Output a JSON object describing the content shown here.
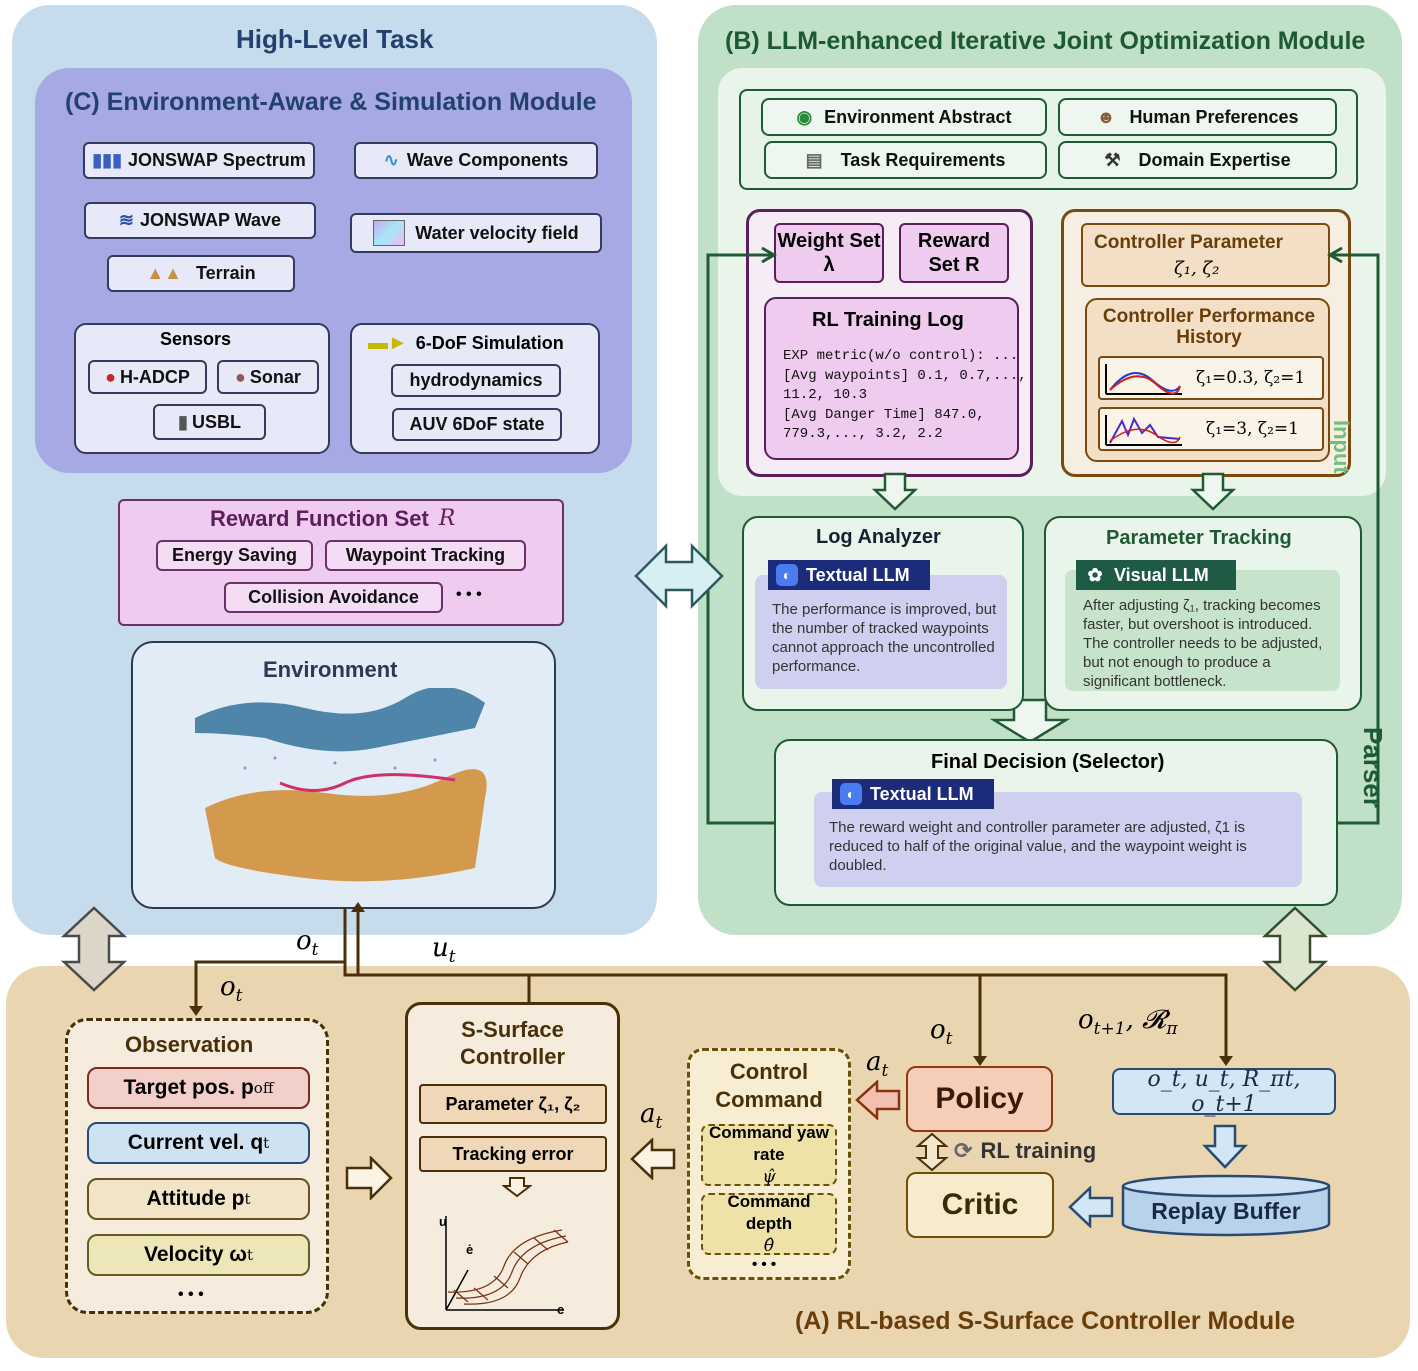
{
  "high": {
    "title": "High-Level Task"
  },
  "moduleB": {
    "title": "(B) LLM-enhanced Iterative Joint Optimization Module",
    "inputs": {
      "env": "Environment Abstract",
      "human": "Human Preferences",
      "task": "Task Requirements",
      "domain": "Domain Expertise"
    },
    "weight": "Weight Set λ",
    "reward": "Reward Set R",
    "rl_log": {
      "title": "RL Training Log",
      "lines": [
        "EXP metric(w/o control): ...",
        "[Avg waypoints] 0.1, 0.7,...,",
        "11.2, 10.3",
        "[Avg Danger Time] 847.0,",
        "779.3,..., 3.2, 2.2"
      ]
    },
    "controller_param": {
      "title": "Controller Parameter",
      "symbols": "ζ₁, ζ₂"
    },
    "perf_history": {
      "title": "Controller Performance History",
      "plot1": "ζ₁=0.3, ζ₂=1",
      "plot2": "ζ₁=3, ζ₂=1"
    },
    "input_label": "Input",
    "parser_label": "Parser",
    "log_analyzer": {
      "title": "Log Analyzer",
      "llm": "Textual LLM",
      "text": "The performance is improved, but the number of tracked waypoints cannot approach the uncontrolled performance."
    },
    "param_tracking": {
      "title": "Parameter Tracking",
      "llm": "Visual LLM",
      "text": "After adjusting ζ₁, tracking becomes faster, but overshoot is introduced. The controller needs to be adjusted, but not enough to produce a significant bottleneck."
    },
    "final": {
      "title": "Final Decision (Selector)",
      "llm": "Textual LLM",
      "text": "The reward weight and controller parameter are adjusted, ζ1 is reduced to half of the original value, and the waypoint weight is doubled."
    }
  },
  "moduleC": {
    "title": "(C) Environment-Aware & Simulation Module",
    "jonswap_spectrum": "JONSWAP Spectrum",
    "wave_components": "Wave Components",
    "jonswap_wave": "JONSWAP Wave",
    "water_velocity": "Water velocity field",
    "terrain": "Terrain",
    "sensors": {
      "title": "Sensors",
      "hadcp": "H-ADCP",
      "sonar": "Sonar",
      "usbl": "USBL"
    },
    "sim": {
      "title": "6-DoF Simulation",
      "hydro": "hydrodynamics",
      "state": "AUV 6DoF state"
    }
  },
  "reward_set": {
    "title": "Reward Function Set",
    "symbol": "R",
    "items": [
      "Energy Saving",
      "Waypoint Tracking",
      "Collision Avoidance"
    ],
    "more": "• • •"
  },
  "environment": {
    "title": "Environment"
  },
  "moduleA": {
    "title": "(A) RL-based S-Surface Controller Module",
    "observation": {
      "title": "Observation",
      "items": [
        "Target pos. p",
        "Current vel. q",
        "Attitude p",
        "Velocity ω"
      ],
      "subs": [
        "off",
        "t",
        "t",
        "t"
      ],
      "more": "• • •"
    },
    "ssurface": {
      "title": "S-Surface Controller",
      "param": "Parameter ζ₁, ζ₂",
      "error": "Tracking error",
      "axis_u": "u",
      "axis_e": "e",
      "axis_edot": "ė"
    },
    "control_cmd": {
      "title": "Control Command",
      "yaw": "Command yaw rate",
      "yaw_sym": "ψ̂",
      "depth": "Command depth",
      "depth_sym": "θ̂",
      "more": "• • •"
    },
    "policy": "Policy",
    "critic": "Critic",
    "rl_training": "RL training",
    "transition": "o_t, u_t, R_πt, o_t+1",
    "replay": "Replay Buffer"
  },
  "signals": {
    "o": "o",
    "u": "u",
    "a": "a",
    "t": "t",
    "o_next": "o",
    "t1": "t+1",
    "R": "𝓡",
    "pi": "π"
  },
  "colors": {
    "high": "#c6dced",
    "B": "#c0e0c7",
    "A": "#e9d6b1",
    "C": "#a7a9e4",
    "reward": "#eecbef"
  }
}
